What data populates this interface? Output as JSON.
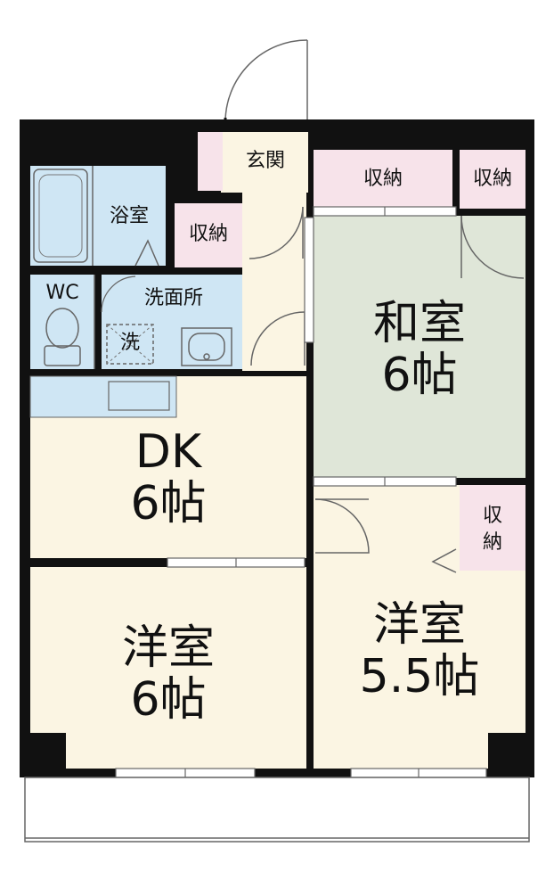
{
  "rooms": {
    "entrance": "玄関",
    "storage_top1": "収納",
    "storage_top2": "収納",
    "storage_mid": "収納",
    "storage_right_l1": "収",
    "storage_right_l2": "納",
    "bath": "浴室",
    "wc": "WC",
    "washroom": "洗面所",
    "washer": "洗",
    "japanese_name": "和室",
    "japanese_size": "6帖",
    "dk_name": "DK",
    "dk_size": "6帖",
    "western_left_name": "洋室",
    "western_left_size": "6帖",
    "western_right_name": "洋室",
    "western_right_size": "5.5帖"
  },
  "colors": {
    "wall": "#111111",
    "floor_wood": "#fbf5e3",
    "floor_tatami": "#dfe6d8",
    "wet_area": "#cfe6f4",
    "storage": "#f7e3ea",
    "balcony": "#ffffff"
  }
}
